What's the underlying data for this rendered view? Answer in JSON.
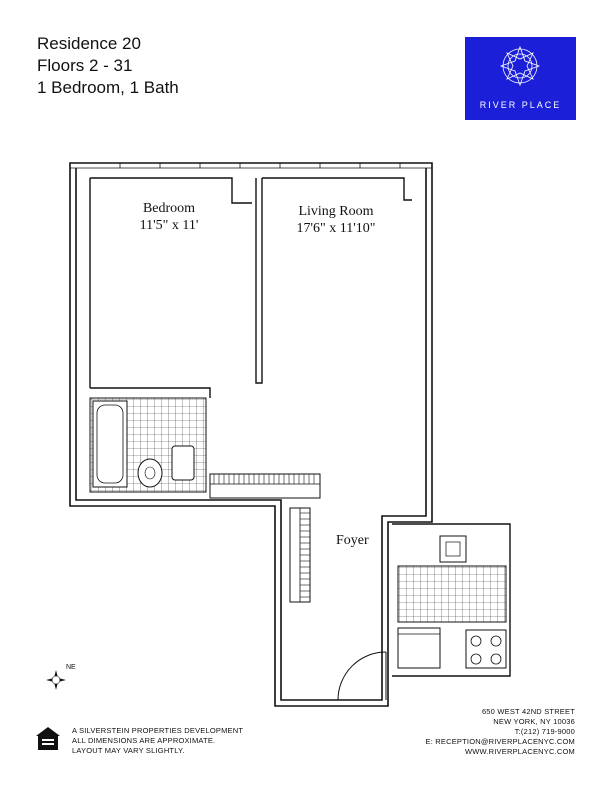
{
  "header": {
    "residence": "Residence 20",
    "floors": "Floors 2 - 31",
    "layout": "1 Bedroom, 1 Bath"
  },
  "logo": {
    "text": "RIVER PLACE",
    "color": "#1b1fd8"
  },
  "rooms": {
    "bedroom": {
      "name": "Bedroom",
      "size": "11'5\" x 11'"
    },
    "living_room": {
      "name": "Living Room",
      "size": "17'6\" x 11'10\""
    },
    "foyer": {
      "name": "Foyer"
    }
  },
  "compass": {
    "label": "NE"
  },
  "footer_left": {
    "line1": "A SILVERSTEIN PROPERTIES DEVELOPMENT",
    "line2": "ALL DIMENSIONS ARE APPROXIMATE.",
    "line3": "LAYOUT MAY VARY SLIGHTLY."
  },
  "footer_right": {
    "address1": "650 WEST 42ND STREET",
    "address2": "NEW YORK, NY 10036",
    "phone": "T:(212) 719-9000",
    "email": "E: RECEPTION@RIVERPLACENYC.COM",
    "website": "WWW.RIVERPLACENYC.COM"
  },
  "icons": [
    "river-place-logo-icon",
    "compass-rose-icon",
    "equal-housing-icon"
  ]
}
